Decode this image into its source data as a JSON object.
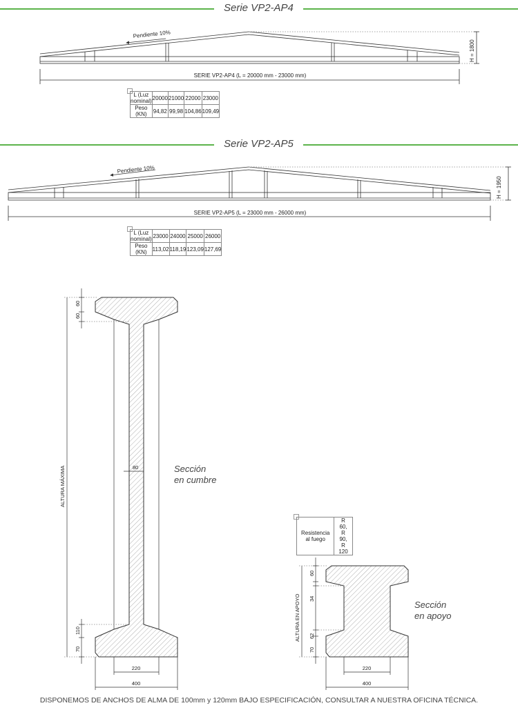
{
  "ap4": {
    "title": "Serie VP2-AP4",
    "slope_label": "Pendiente 10%",
    "height_label": "H = 1800",
    "span_label": "SERIE VP2-AP4 (L = 20000 mm - 23000 mm)",
    "table": {
      "row1_label": "L  (Luz  nominal)",
      "row2_label": "Peso  (KN)",
      "spans": [
        "20000",
        "21000",
        "22000",
        "23000"
      ],
      "weights": [
        "94,82",
        "99,98",
        "104,86",
        "109,49"
      ]
    }
  },
  "ap5": {
    "title": "Serie VP2-AP5",
    "slope_label": "Pendiente 10%",
    "height_label": "H = 1950",
    "span_label": "SERIE VP2-AP5 (L = 23000 mm - 26000 mm)",
    "table": {
      "row1_label": "L  (Luz  nominal)",
      "row2_label": "Peso  (KN)",
      "spans": [
        "23000",
        "24000",
        "25000",
        "26000"
      ],
      "weights": [
        "113,02",
        "118,19",
        "123,09",
        "127,69"
      ]
    }
  },
  "section_cumbre": {
    "label_line1": "Sección",
    "label_line2": "en cumbre",
    "dim_top_flange": "60",
    "dim_top_taper": "60",
    "dim_web": "80",
    "dim_bottom_taper": "110",
    "dim_bottom_flange": "70",
    "dim_bottom_inner": "220",
    "dim_bottom_width": "400",
    "height_label": "ALTURA MÁXIMA"
  },
  "section_apoyo": {
    "label_line1": "Sección",
    "label_line2": "en apoyo",
    "dim_top_flange": "60",
    "dim_top_taper": "34",
    "dim_bottom_taper": "62",
    "dim_bottom_flange": "70",
    "dim_bottom_inner": "220",
    "dim_bottom_width": "400",
    "height_label": "ALTURA EN APOYO"
  },
  "fire": {
    "label": "Resistencia al fuego",
    "value": "R 60, R 90, R 120"
  },
  "footer": "DISPONEMOS DE ANCHOS DE ALMA DE 100mm  y 120mm BAJO ESPECIFICACIÓN, CONSULTAR A NUESTRA OFICINA TÉCNICA.",
  "colors": {
    "accent": "#5bb34a",
    "line": "#333333",
    "hatch": "#777777"
  }
}
